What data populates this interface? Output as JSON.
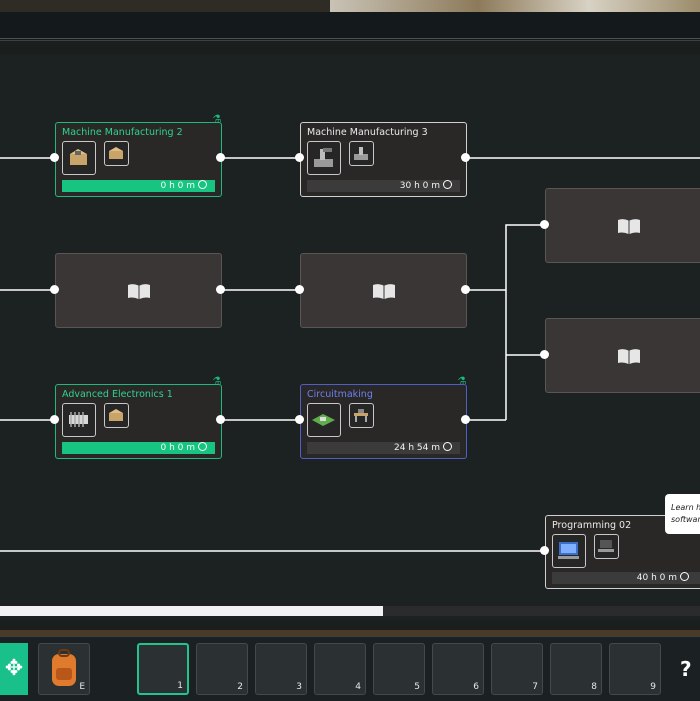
{
  "nodes": {
    "mm2": {
      "title": "Machine Manufacturing 2",
      "time": "0 h 0 m",
      "progress": 1.0,
      "status": "researched",
      "icons": [
        "boxed-part-icon",
        "boxed-part-icon"
      ]
    },
    "mm3": {
      "title": "Machine Manufacturing 3",
      "time": "30 h 0 m",
      "progress": 0.0,
      "status": "available",
      "icons": [
        "robot-arm-icon",
        "robot-arm-icon"
      ]
    },
    "ae1": {
      "title": "Advanced Electronics 1",
      "time": "0 h 0 m",
      "progress": 1.0,
      "status": "researched",
      "icons": [
        "chip-icon",
        "boxed-part-icon"
      ]
    },
    "cm": {
      "title": "Circuitmaking",
      "time": "24 h 54 m",
      "progress": 0.0,
      "status": "in-progress",
      "icons": [
        "circuit-board-icon",
        "workbench-icon"
      ]
    },
    "prog02": {
      "title": "Programming 02",
      "time": "40 h 0 m",
      "progress": 0.0,
      "status": "available",
      "icons": [
        "computer-icon",
        "laptop-icon"
      ]
    }
  },
  "tooltip": {
    "line1": "Learn h",
    "line2": "softwar"
  },
  "hotbar": {
    "backpack_key": "E",
    "slots": [
      "1",
      "2",
      "3",
      "4",
      "5",
      "6",
      "7",
      "8",
      "9"
    ],
    "help": "?"
  },
  "scrollbar": {
    "progress": 0.55
  },
  "colors": {
    "researched": "#1fb87f",
    "in_progress": "#4f5fc8",
    "available": "#d0d0d0",
    "locked": "#3a3635"
  }
}
